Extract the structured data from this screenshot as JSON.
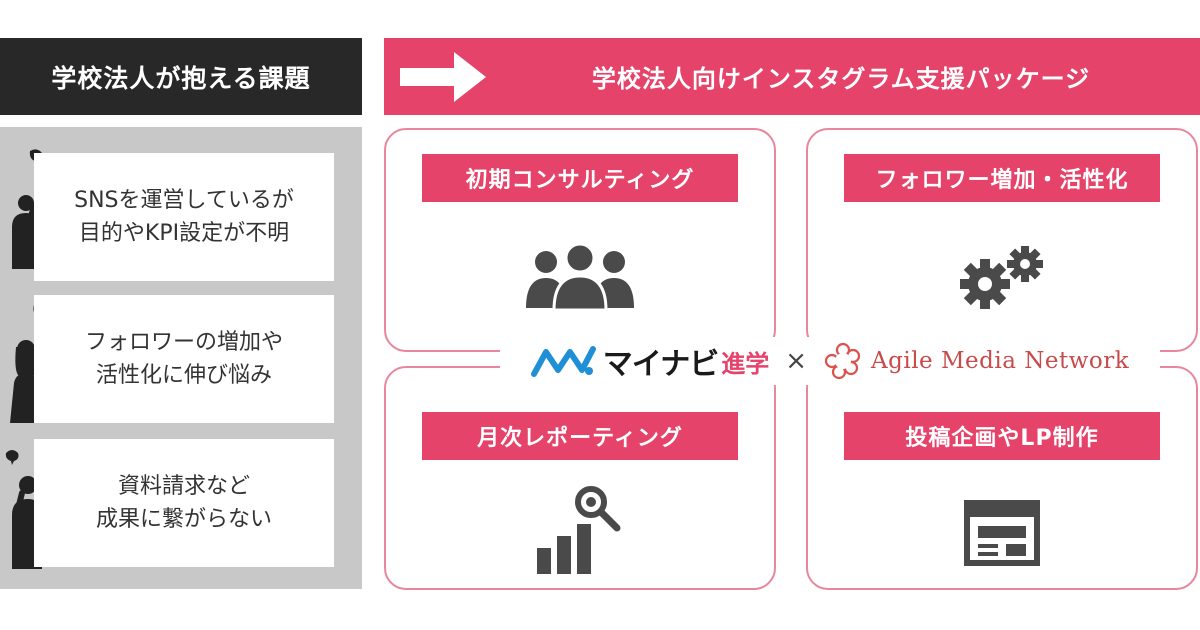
{
  "left": {
    "header": "学校法人が抱える課題",
    "problems": [
      {
        "line1": "SNSを運営しているが",
        "line2": "目的やKPI設定が不明"
      },
      {
        "line1": "フォロワーの増加や",
        "line2": "活性化に伸び悩み"
      },
      {
        "line1": "資料請求など",
        "line2": "成果に繋がらない"
      }
    ]
  },
  "right": {
    "header": "学校法人向けインスタグラム支援パッケージ",
    "packages": [
      {
        "label": "初期コンサルティング",
        "icon": "people-icon"
      },
      {
        "label": "フォロワー増加・活性化",
        "icon": "gears-icon"
      },
      {
        "label": "月次レポーティング",
        "icon": "bar-chart-magnifier-icon"
      },
      {
        "label": "投稿企画やLP制作",
        "icon": "webpage-icon"
      }
    ]
  },
  "partners": {
    "mynavi_name": "マイナビ",
    "mynavi_sub": "進学",
    "times": "×",
    "amn_name": "Agile Media Network"
  },
  "colors": {
    "accent_pink": "#e6436a",
    "border_pink": "#e8869d",
    "dark_header": "#282828",
    "panel_gray": "#c8c8c8",
    "icon_gray": "#4a4a4a",
    "mynavi_blue": "#1f8fd6"
  }
}
